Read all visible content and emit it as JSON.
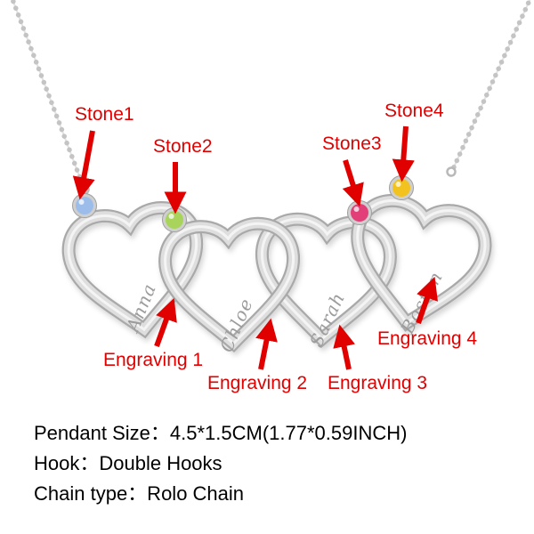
{
  "labels": {
    "stone1": "Stone1",
    "stone2": "Stone2",
    "stone3": "Stone3",
    "stone4": "Stone4",
    "engraving1": "Engraving 1",
    "engraving2": "Engraving 2",
    "engraving3": "Engraving 3",
    "engraving4": "Engraving 4"
  },
  "engraved_names": [
    "Anna",
    "Chloe",
    "Sarah",
    "Boston"
  ],
  "specs": [
    "Pendant Size：4.5*1.5CM(1.77*0.59INCH)",
    "Hook：Double Hooks",
    "Chain type：Rolo Chain"
  ],
  "colors": {
    "stone1": "#9cbdea",
    "stone2": "#a9d45c",
    "stone3": "#e23e78",
    "stone4": "#f2c21e",
    "annotation_red": "#e10000",
    "metal_silver": "#dedede",
    "engraving_gray": "#9c9c9c"
  }
}
